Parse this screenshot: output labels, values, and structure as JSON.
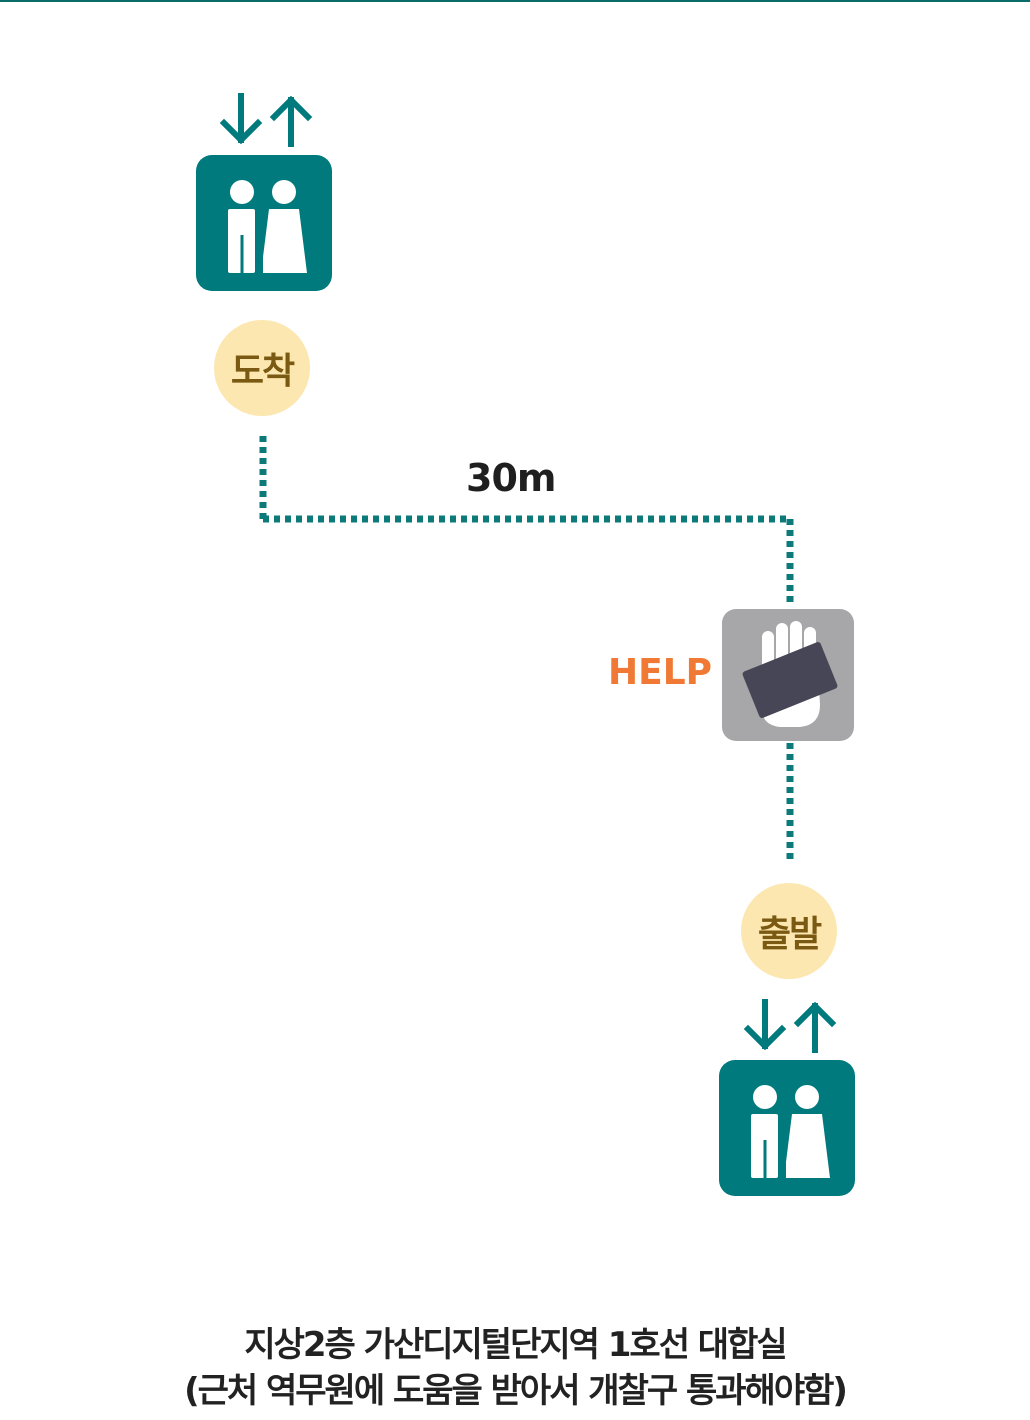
{
  "route": {
    "distance_label": "30m",
    "arrival_label": "도착",
    "departure_label": "출발",
    "help_label": "HELP"
  },
  "icons": {
    "arrival_elevator": "elevator-icon",
    "departure_elevator": "elevator-icon",
    "arrows": "up-down-arrows-icon",
    "help": "hand-card-help-icon"
  },
  "caption": {
    "line1": "지상2층 가산디지털단지역 1호선 대합실",
    "line2": "(근처 역무원에 도움을 받아서 개찰구 통과해야함)"
  },
  "colors": {
    "teal": "#007a7c",
    "badge_fill": "#fde7b0",
    "badge_text": "#7a5a12",
    "help_orange": "#f07a35",
    "help_box": "#a7a7a9",
    "card": "#474656"
  }
}
